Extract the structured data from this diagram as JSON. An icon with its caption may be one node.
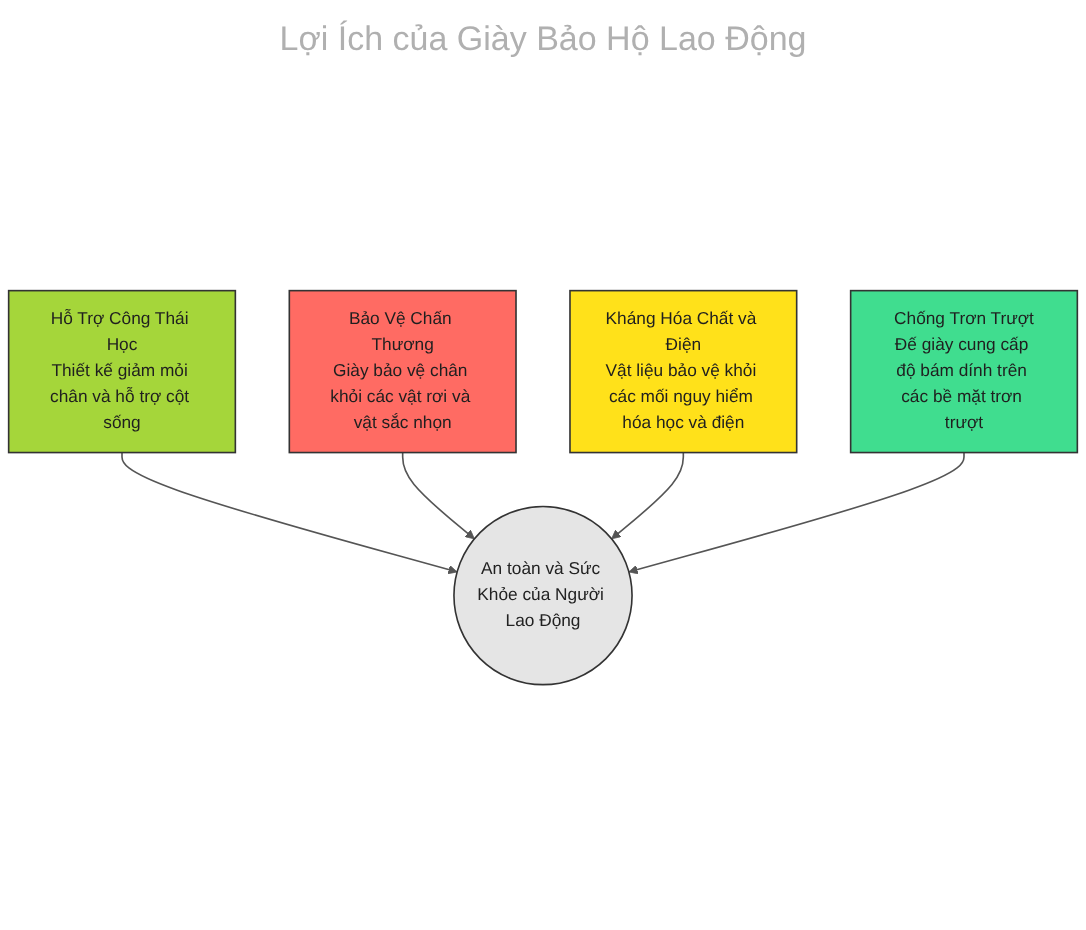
{
  "diagram": {
    "title": "Lợi Ích của Giày Bảo Hộ Lao Động",
    "nodes": [
      {
        "text": [
          "An toàn và Sức Khỏe của Người Lao Động"
        ]
      },
      {
        "text": [
          "Hỗ Trợ Công Thái Học",
          "Thiết kế giảm mỏi chân và hỗ trợ cột sống"
        ]
      },
      {
        "text": [
          "Bảo Vệ Chấn Thương",
          "Giày bảo vệ chân khỏi các vật rơi và vật sắc nhọn"
        ]
      },
      {
        "text": [
          "Kháng Hóa Chất và Điện",
          "Vật liệu bảo vệ khỏi các mối nguy hiểm hóa học và điện"
        ]
      },
      {
        "text": [
          "Chống Trơn Trượt",
          "Đế giày cung cấp độ bám dính trên các bề mặt trơn trượt"
        ]
      }
    ],
    "edges": [
      {
        "from": 1,
        "to": 0,
        "arrow": "to"
      },
      {
        "from": 2,
        "to": 0,
        "arrow": "to"
      },
      {
        "from": 3,
        "to": 0,
        "arrow": "to"
      },
      {
        "from": 4,
        "to": 0,
        "arrow": "to"
      }
    ]
  }
}
